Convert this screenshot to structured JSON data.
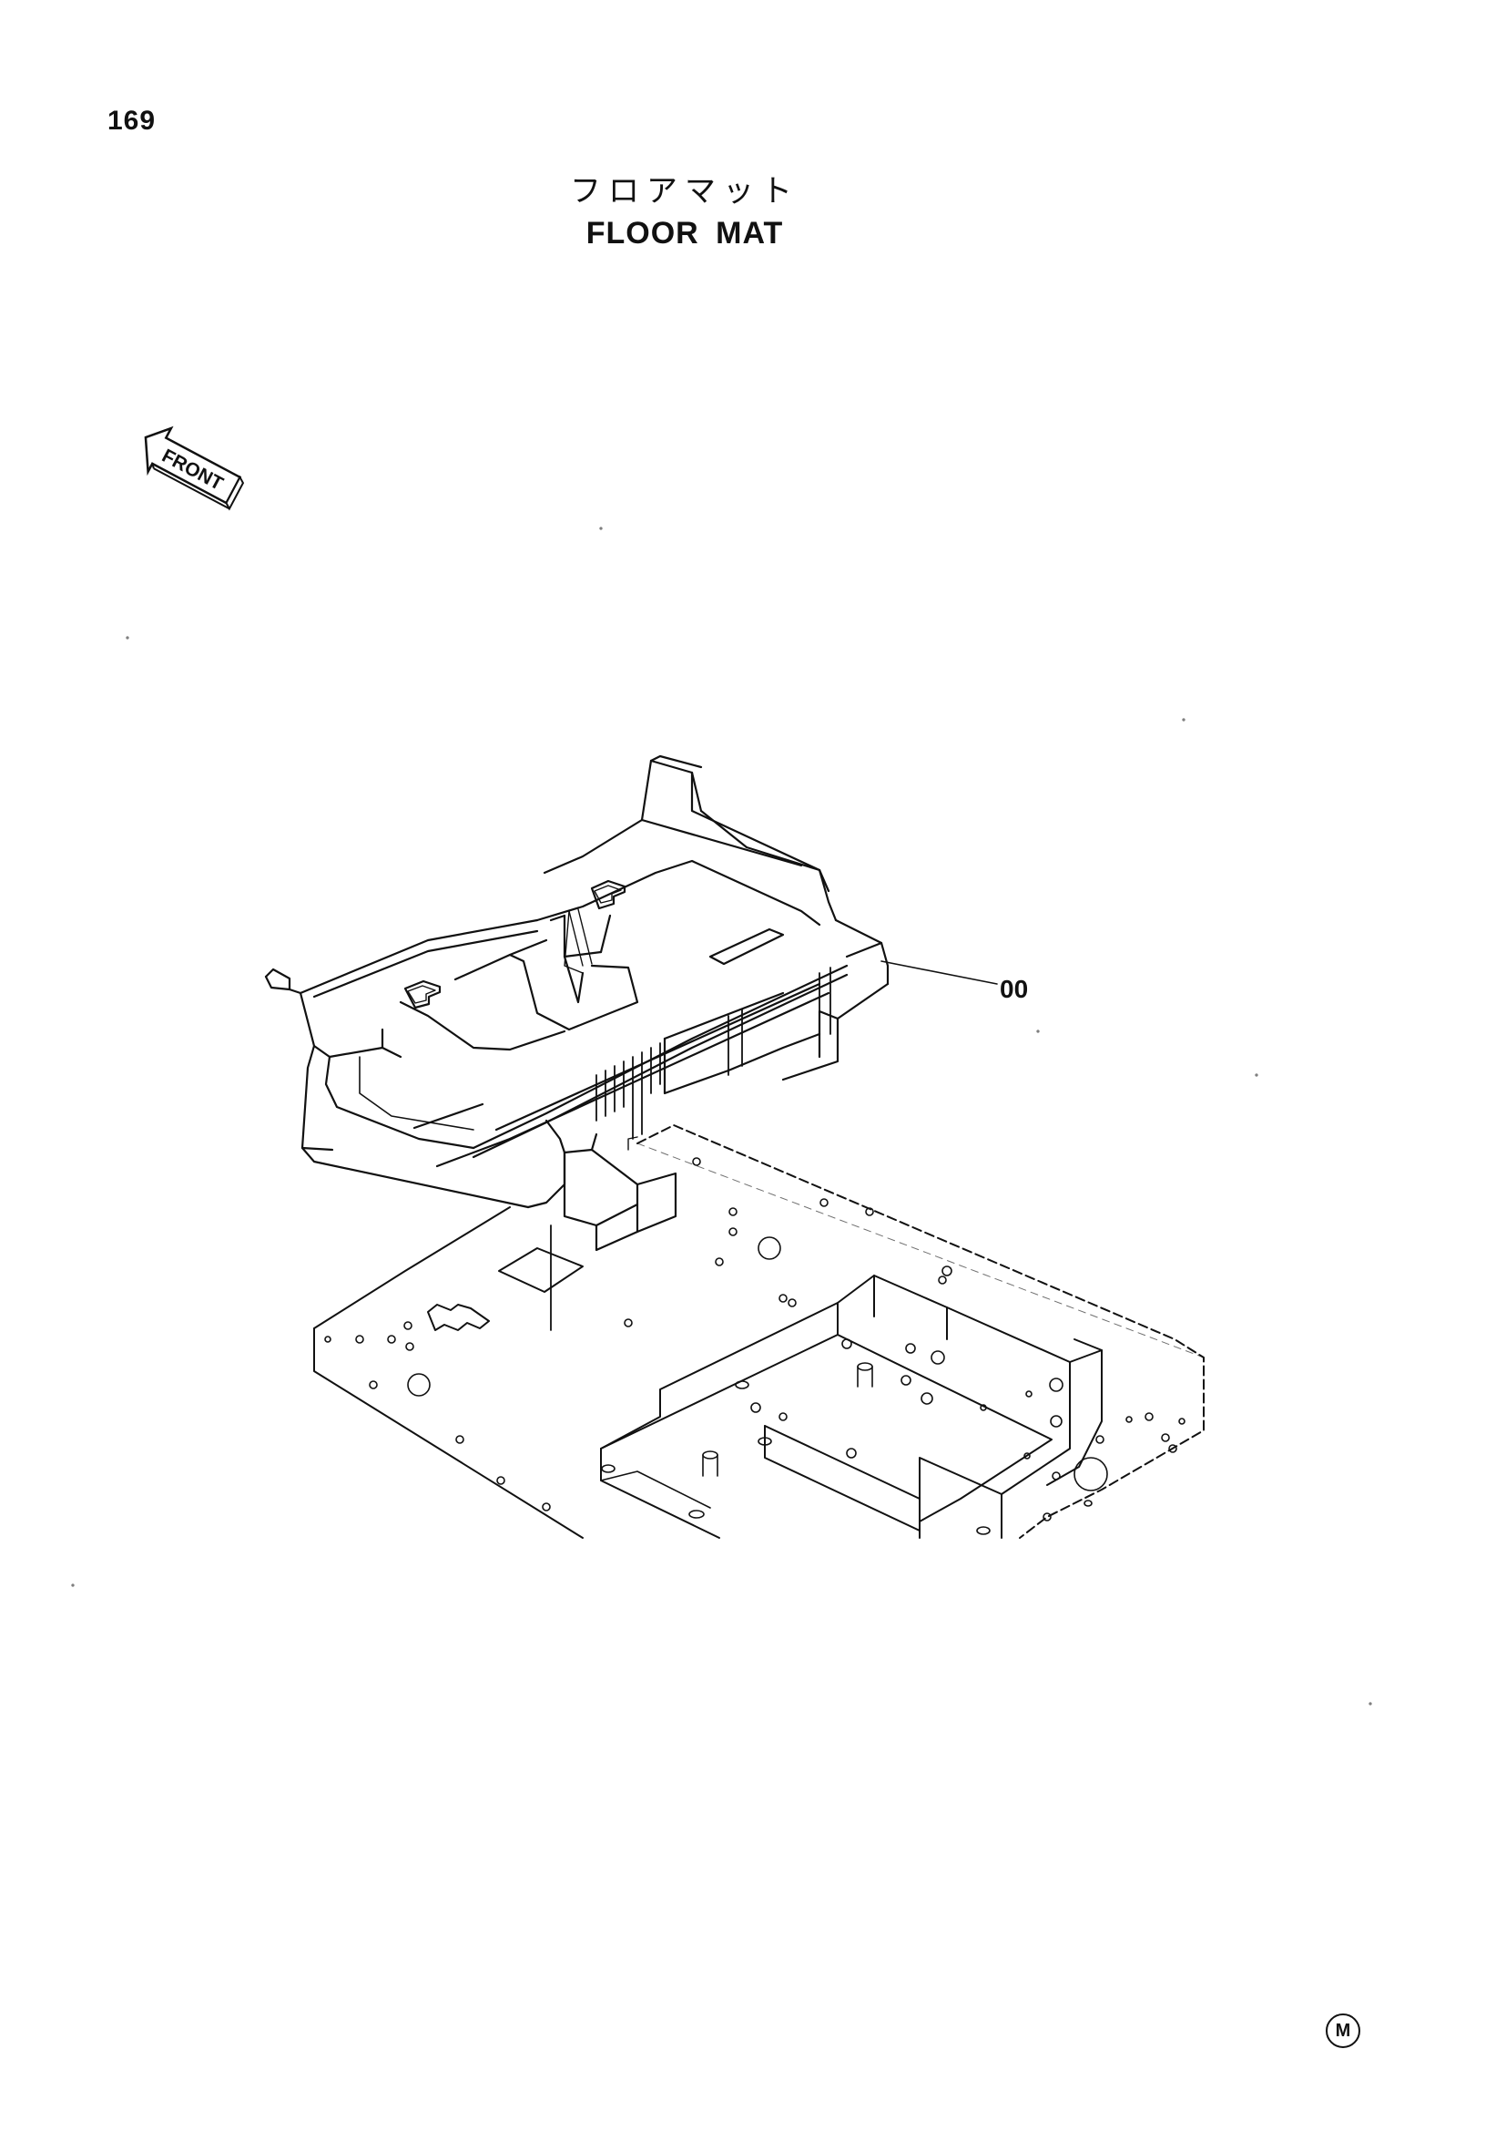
{
  "page": {
    "number": "169",
    "title_ja": "フロアマット",
    "title_en": "FLOOR MAT"
  },
  "orientation_arrow": {
    "label": "FRONT"
  },
  "callouts": [
    {
      "label": "00"
    }
  ],
  "corner_mark": {
    "label": "M"
  }
}
